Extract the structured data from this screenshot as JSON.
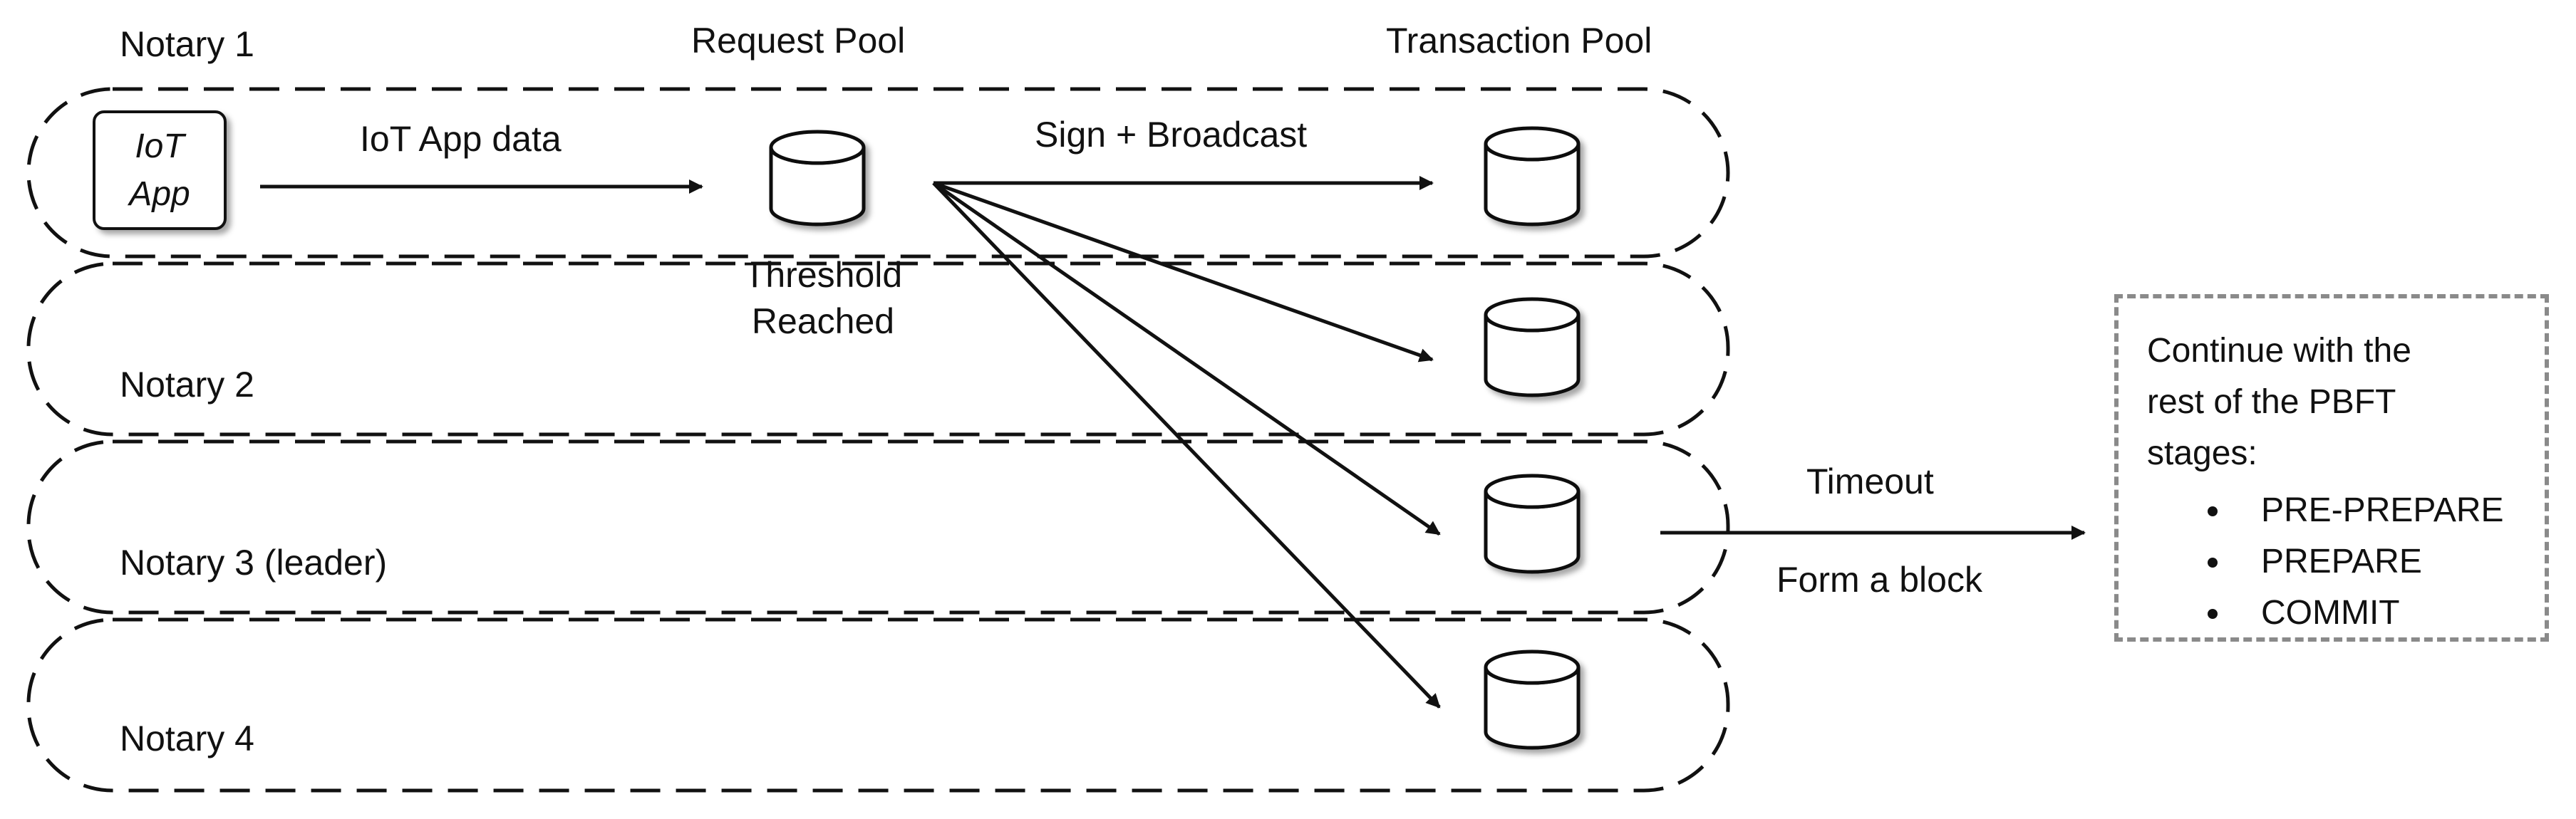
{
  "lanes": [
    {
      "label": "Notary 1"
    },
    {
      "label": "Notary 2"
    },
    {
      "label": "Notary 3 (leader)"
    },
    {
      "label": "Notary 4"
    }
  ],
  "pools": {
    "request_title": "Request Pool",
    "transaction_title": "Transaction Pool"
  },
  "app": {
    "line1": "IoT",
    "line2": "App"
  },
  "edges": {
    "app_to_request": "IoT App data",
    "sign_broadcast": "Sign + Broadcast",
    "threshold_line1": "Threshold",
    "threshold_line2": "Reached",
    "timeout": "Timeout",
    "form_block": "Form a block"
  },
  "note": {
    "intro_line1": "Continue with the",
    "intro_line2": "rest of the PBFT",
    "intro_line3": "stages:",
    "stages": [
      "PRE-PREPARE",
      "PREPARE",
      "COMMIT"
    ]
  }
}
